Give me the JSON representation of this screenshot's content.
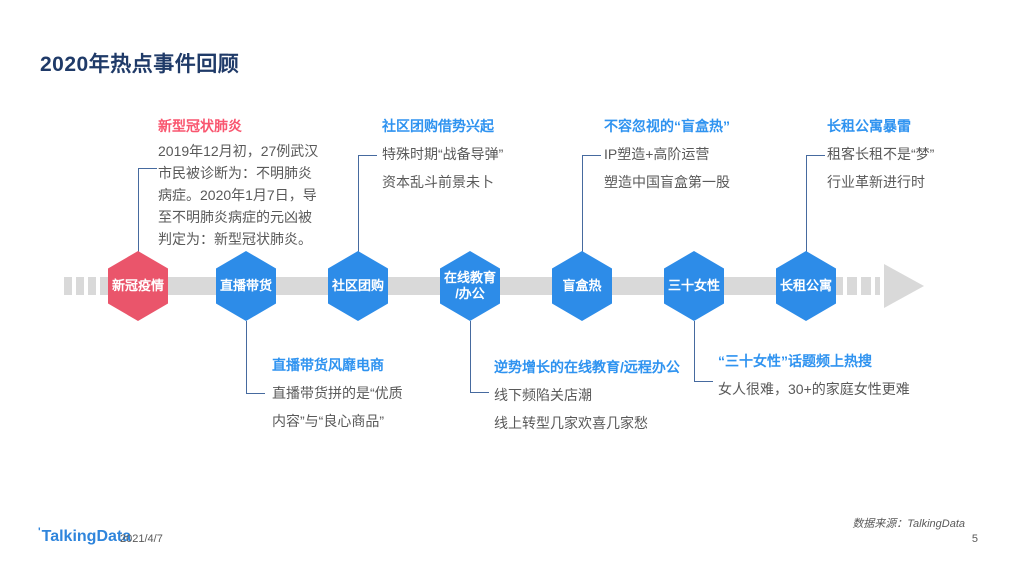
{
  "title": "2020年热点事件回顾",
  "colors": {
    "title_navy": "#1f3a68",
    "accent_red": "#f9566f",
    "hex_red": "#ea556b",
    "accent_blue": "#2f93f0",
    "hex_blue": "#2d8ce8",
    "body_grey": "#595959",
    "timeline_grey": "#d9d9d9",
    "connector_blue": "#466a9f"
  },
  "timeline": {
    "nodes": [
      {
        "line1": "新冠疫情",
        "line2": "",
        "color": "red"
      },
      {
        "line1": "直播带货",
        "line2": "",
        "color": "blue"
      },
      {
        "line1": "社区团购",
        "line2": "",
        "color": "blue"
      },
      {
        "line1": "在线教育",
        "line2": "/办公",
        "color": "blue"
      },
      {
        "line1": "盲盒热",
        "line2": "",
        "color": "blue"
      },
      {
        "line1": "三十女性",
        "line2": "",
        "color": "blue"
      },
      {
        "line1": "长租公寓",
        "line2": "",
        "color": "blue"
      }
    ]
  },
  "annotations_top": [
    {
      "title": "新型冠状肺炎",
      "lines": [
        "2019年12月初，27例武汉",
        "市民被诊断为：不明肺炎",
        "病症。2020年1月7日，导",
        "至不明肺炎病症的元凶被",
        "判定为：新型冠状肺炎。"
      ]
    },
    {
      "title": "社区团购借势兴起",
      "lines": [
        "特殊时期“战备导弹”",
        "资本乱斗前景未卜"
      ]
    },
    {
      "title": "不容忽视的“盲盒热”",
      "lines": [
        "IP塑造+高阶运营",
        "塑造中国盲盒第一股"
      ]
    },
    {
      "title": "长租公寓暴雷",
      "lines": [
        "租客长租不是“梦”",
        "行业革新进行时"
      ]
    }
  ],
  "annotations_bottom": [
    {
      "title": "直播带货风靡电商",
      "lines": [
        "直播带货拼的是“优质",
        "内容”与“良心商品”"
      ]
    },
    {
      "title": "逆势增长的在线教育/远程办公",
      "lines": [
        "线下频陷关店潮",
        "线上转型几家欢喜几家愁"
      ]
    },
    {
      "title": "“三十女性”话题频上热搜",
      "lines": [
        "女人很难，30+的家庭女性更难"
      ]
    }
  ],
  "footer": {
    "logo_tick": "'",
    "logo": "TalkingData",
    "date": "2021/4/7",
    "source": "数据来源：TalkingData",
    "page": "5"
  }
}
